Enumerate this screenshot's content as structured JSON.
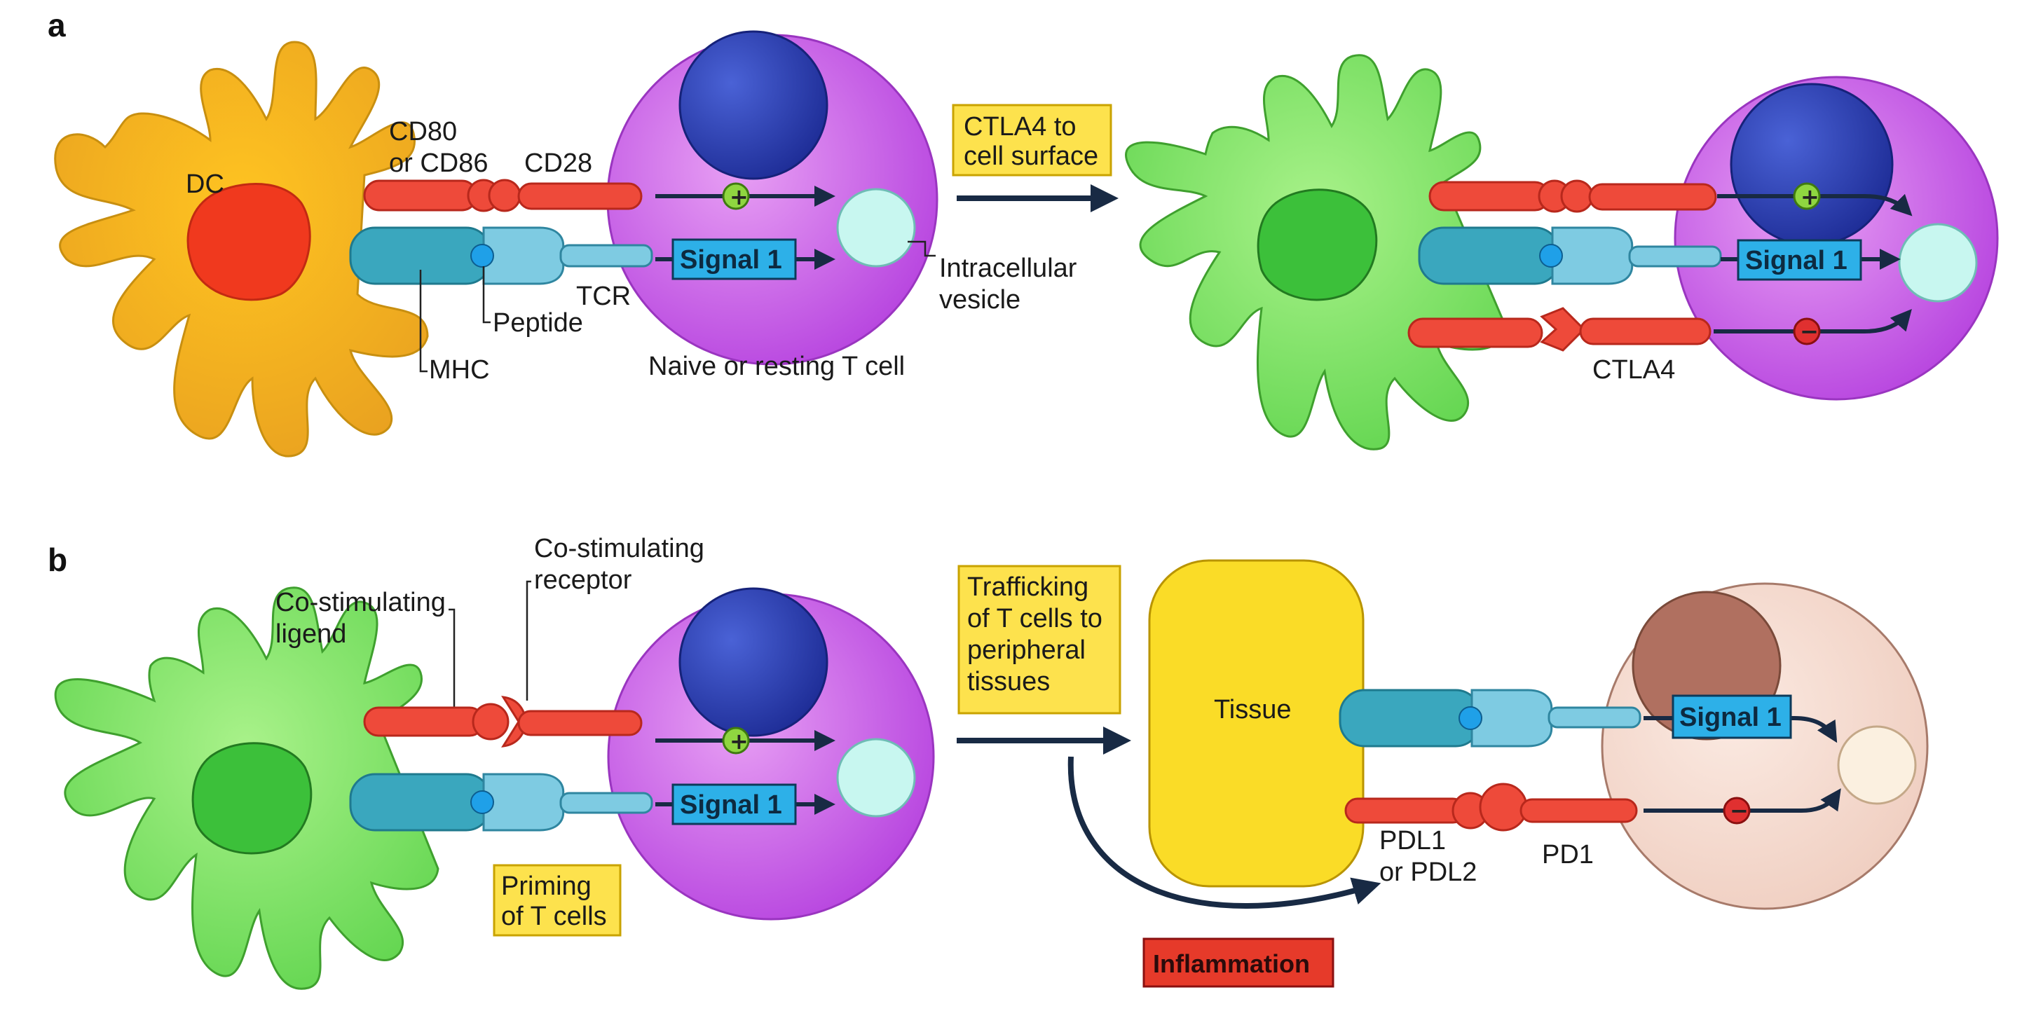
{
  "panel_a": {
    "letter": "a",
    "dc_label": "DC",
    "cd80_line1": "CD80",
    "cd80_line2": "or CD86",
    "cd28_label": "CD28",
    "mhc_label": "MHC",
    "peptide_label": "Peptide",
    "tcr_label": "TCR",
    "signal1": "Signal 1",
    "vesicle_line1": "Intracellular",
    "vesicle_line2": "vesicle",
    "tcell_label": "Naive or resting T cell",
    "ctla4_box_line1": "CTLA4 to",
    "ctla4_box_line2": "cell surface",
    "signal1_right": "Signal 1",
    "ctla4_label": "CTLA4",
    "plus": "+",
    "minus": "−"
  },
  "panel_b": {
    "letter": "b",
    "costim_ligand_line1": "Co-stimulating",
    "costim_ligand_line2": "ligend",
    "costim_receptor_line1": "Co-stimulating",
    "costim_receptor_line2": "receptor",
    "signal1": "Signal 1",
    "priming_line1": "Priming",
    "priming_line2": "of T cells",
    "trafficking_line1": "Trafficking",
    "trafficking_line2": "of T cells to",
    "trafficking_line3": "peripheral",
    "trafficking_line4": "tissues",
    "tissue_label": "Tissue",
    "inflammation": "Inflammation",
    "pdl_line1": "PDL1",
    "pdl_line2": "or PDL2",
    "pd1_label": "PD1",
    "signal1_right": "Signal 1",
    "plus": "+",
    "minus": "−"
  },
  "colors": {
    "dc_orange": "#f7b21c",
    "dc_green": "#7fe36a",
    "nucleus_red": "#f0391e",
    "nucleus_green": "#3cc03a",
    "tcell_purple": "#c64fe6",
    "tcell_nucleus": "#2a3fb6",
    "vesicle": "#c8f7f0",
    "ligand_red": "#ee4a3a",
    "mhc_teal": "#3aa7be",
    "tcr_blue": "#7ecbe2",
    "signal_box": "#2db0e8",
    "label_box": "#fde24d",
    "tissue_yellow": "#fadc27",
    "tissue_cell": "#f4dcd2",
    "tissue_cell_nucleus": "#b07060",
    "inflammation_red": "#e63a2a",
    "arrow_navy": "#182a44",
    "plus_green": "#8fd640",
    "minus_red": "#e03030"
  }
}
